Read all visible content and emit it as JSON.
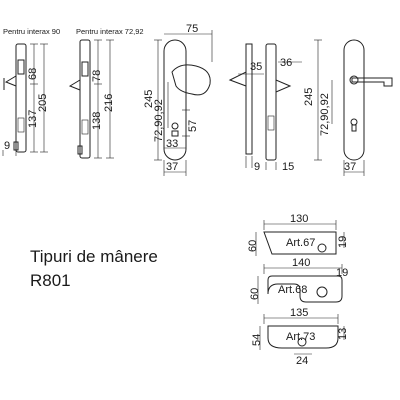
{
  "notes": {
    "left": "Pentru interax 90",
    "right": "Pentru interax 72,92"
  },
  "title": {
    "line1": "Tipuri de mânere",
    "line2": "R801"
  },
  "left_dims": {
    "d68": "68",
    "d137": "137",
    "d205": "205",
    "d9": "9",
    "d78": "78",
    "d138": "138",
    "d216": "216"
  },
  "center_dims": {
    "d75": "75",
    "d245": "245",
    "d7292": "72,90,92",
    "d57": "57",
    "d33": "33",
    "d37": "37"
  },
  "side_dims": {
    "d35": "35",
    "d36": "36",
    "d9": "9",
    "d15": "15"
  },
  "right_dims": {
    "d245": "245",
    "d7292": "72,90,92",
    "d37": "37"
  },
  "handles": [
    {
      "art": "Art.67",
      "width": "130",
      "height": "60",
      "side": "19"
    },
    {
      "art": "Art.68",
      "width": "140",
      "height": "60",
      "side": "19"
    },
    {
      "art": "Art.73",
      "width": "135",
      "height": "54",
      "side": "13",
      "bottom": "24"
    }
  ]
}
